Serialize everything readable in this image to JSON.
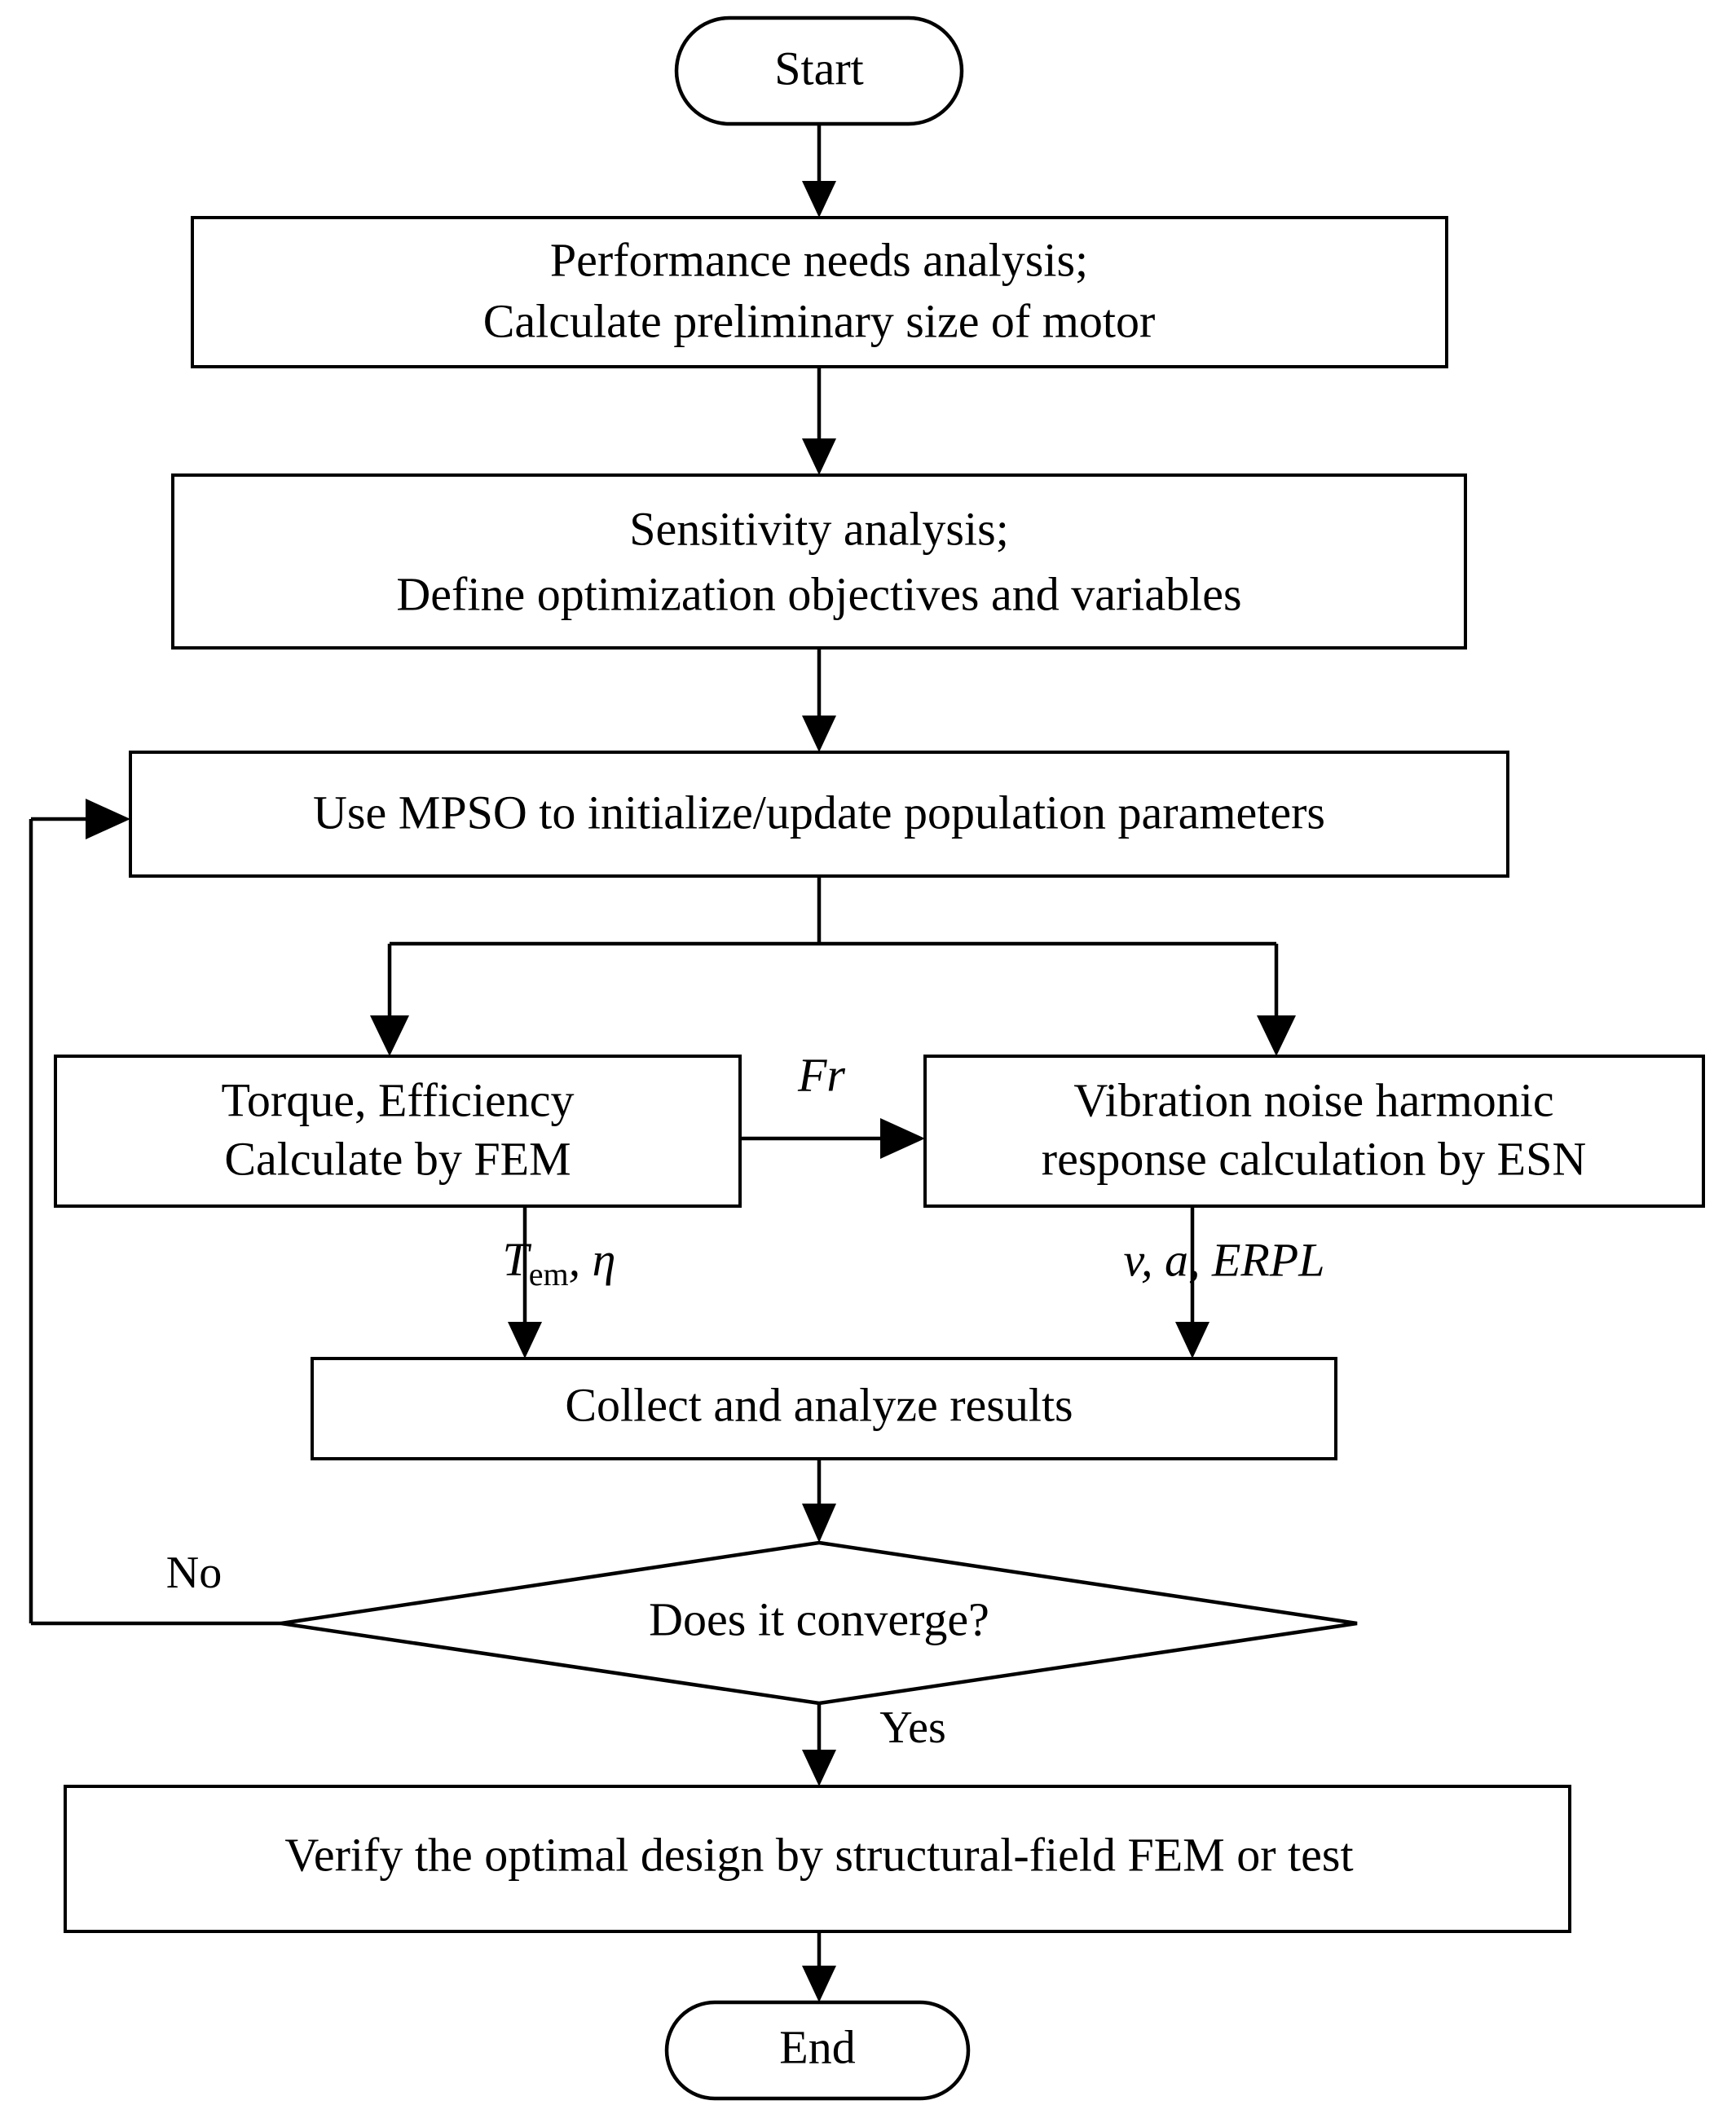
{
  "diagram": {
    "type": "flowchart",
    "title": "Motor multi-objective optimization design flowchart",
    "orientation": "top-to-bottom",
    "background_color": "#ffffff",
    "line_color": "#000000",
    "fill_color": "#ffffff"
  },
  "nodes": {
    "start": {
      "id": "start",
      "shape": "terminator",
      "label": "Start"
    },
    "performance": {
      "id": "performance",
      "shape": "process",
      "line1": "Performance needs analysis;",
      "line2": "Calculate preliminary size of motor"
    },
    "sensitivity": {
      "id": "sensitivity",
      "shape": "process",
      "line1": "Sensitivity analysis;",
      "line2": "Define optimization objectives and variables"
    },
    "mpso": {
      "id": "mpso",
      "shape": "process",
      "label": "Use MPSO to initialize/update population parameters"
    },
    "fem": {
      "id": "fem",
      "shape": "process",
      "line1": "Torque, Efficiency",
      "line2": "Calculate by FEM"
    },
    "esn": {
      "id": "esn",
      "shape": "process",
      "line1": "Vibration noise harmonic",
      "line2": "response calculation by ESN"
    },
    "collect": {
      "id": "collect",
      "shape": "process",
      "label": "Collect and analyze results"
    },
    "converge": {
      "id": "converge",
      "shape": "decision",
      "label": "Does it converge?"
    },
    "verify": {
      "id": "verify",
      "shape": "process",
      "label": "Verify the optimal design by structural-field FEM or test"
    },
    "end": {
      "id": "end",
      "shape": "terminator",
      "label": "End"
    }
  },
  "edge_labels": {
    "fr": {
      "text": "Fr",
      "style": "italic",
      "from": "fem",
      "to": "esn"
    },
    "tem_eta_main": "T",
    "tem_eta_sub": "em",
    "tem_eta_rest": ", η",
    "v_a_erpl": "v,  a,  ERPL",
    "no": "No",
    "yes": "Yes"
  },
  "edges": [
    {
      "from": "start",
      "to": "performance",
      "label": ""
    },
    {
      "from": "performance",
      "to": "sensitivity",
      "label": ""
    },
    {
      "from": "sensitivity",
      "to": "mpso",
      "label": ""
    },
    {
      "from": "mpso",
      "to": "fem",
      "label": ""
    },
    {
      "from": "mpso",
      "to": "esn",
      "label": ""
    },
    {
      "from": "fem",
      "to": "esn",
      "label": "Fr"
    },
    {
      "from": "fem",
      "to": "collect",
      "label": "Tem, η"
    },
    {
      "from": "esn",
      "to": "collect",
      "label": "v, a, ERPL"
    },
    {
      "from": "collect",
      "to": "converge",
      "label": ""
    },
    {
      "from": "converge",
      "to": "mpso",
      "label": "No"
    },
    {
      "from": "converge",
      "to": "verify",
      "label": "Yes"
    },
    {
      "from": "verify",
      "to": "end",
      "label": ""
    }
  ]
}
